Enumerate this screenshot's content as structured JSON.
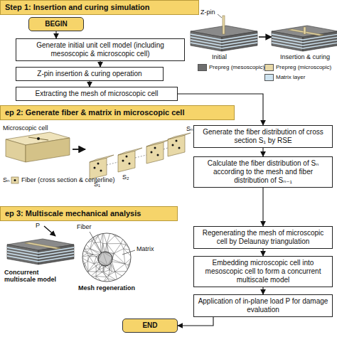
{
  "diagram": {
    "nodes": [
      {
        "text": [
          "Step 1: Insertion and curing simulation"
        ]
      },
      {
        "text": [
          "BEGIN"
        ]
      },
      {
        "text": [
          "Generate initial unit cell model (including mesoscopic & microscopic cell)"
        ]
      },
      {
        "text": [
          "Z-pin insertion & curing operation"
        ]
      },
      {
        "text": [
          "Extracting the mesh of microscopic cell"
        ]
      },
      {
        "text": [
          "ep 2: Generate fiber & matrix in microscopic cell"
        ]
      },
      {
        "text": [
          "Generate the fiber distribution of cross section S₁ by RSE"
        ]
      },
      {
        "text": [
          "Calculate the fiber distribution of Sₙ according to the mesh and fiber distribution of Sₙ₋₁"
        ]
      },
      {
        "text": [
          "ep 3: Multiscale mechanical analysis"
        ]
      },
      {
        "text": [
          "Regenerating the mesh of microscopic cell by Delaunay triangulation"
        ]
      },
      {
        "text": [
          "Embedding microscopic cell into mesoscopic cell to form a concurrent multiscale model"
        ]
      },
      {
        "text": [
          "Application of in-plane load P for damage evaluation"
        ]
      },
      {
        "text": [
          "END"
        ]
      }
    ],
    "edges": [
      {
        "from": 1,
        "to": 2,
        "arrow": "to"
      },
      {
        "from": 2,
        "to": 3,
        "arrow": "to"
      },
      {
        "from": 3,
        "to": 4,
        "arrow": "to"
      },
      {
        "from": 4,
        "to": 6,
        "arrow": "to"
      },
      {
        "from": 6,
        "to": 7,
        "arrow": "to"
      },
      {
        "from": 7,
        "to": 9,
        "arrow": "to"
      },
      {
        "from": 9,
        "to": 10,
        "arrow": "to"
      },
      {
        "from": 10,
        "to": 11,
        "arrow": "to"
      },
      {
        "from": 11,
        "to": 12,
        "arrow": "to"
      }
    ],
    "labels": [
      "Z-pin",
      "Initial",
      "Insertion & curing",
      "Microscopic cell",
      "Sₙ",
      "Fiber (cross section & centerline)",
      "S₁",
      "S₂",
      "Sₙ",
      "P",
      "Concurrent multiscale model",
      "Mesh regeneration",
      "Fiber",
      "Matrix"
    ],
    "legend": [
      {
        "text": "Prepreg (mesoscopic)",
        "color": "#6e6e6e"
      },
      {
        "text": "Prepreg (microscopic)",
        "color": "#e8d9a8"
      },
      {
        "text": "Matrix layer",
        "color": "#cfe4f1"
      }
    ]
  }
}
